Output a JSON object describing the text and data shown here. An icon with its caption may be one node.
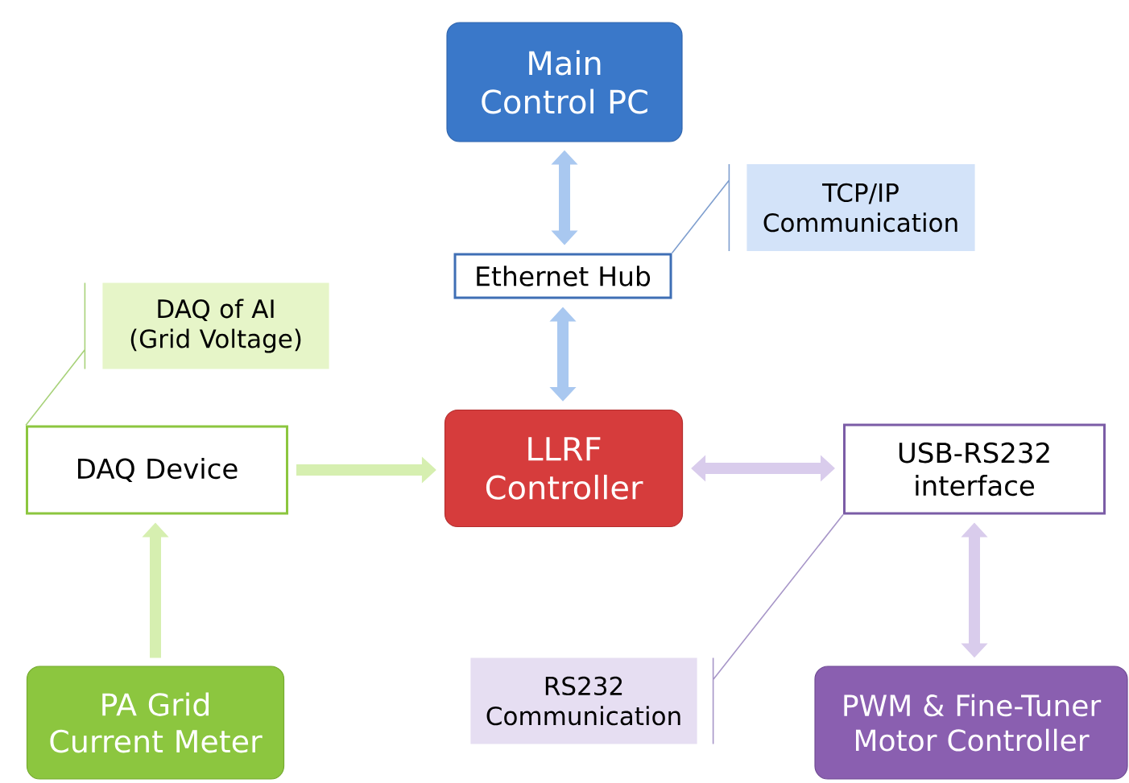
{
  "diagram": {
    "nodes": [
      {
        "text": [
          "Main Control PC"
        ]
      },
      {
        "text": [
          "TCP/IP Communication"
        ]
      },
      {
        "text": [
          "Ethernet Hub"
        ]
      },
      {
        "text": [
          "DAQ of AI (Grid Voltage)"
        ]
      },
      {
        "text": [
          "DAQ Device"
        ]
      },
      {
        "text": [
          "LLRF Controller"
        ]
      },
      {
        "text": [
          "USB-RS232 interface"
        ]
      },
      {
        "text": [
          "PA Grid Current Meter"
        ]
      },
      {
        "text": [
          "RS232 Communication"
        ]
      },
      {
        "text": [
          "PWM & Fine-Tuner Motor Controller"
        ]
      }
    ],
    "edges": [
      {
        "from": 0,
        "to": 2,
        "arrow": "both",
        "color": "#a9c8f0"
      },
      {
        "from": 2,
        "to": 5,
        "arrow": "both",
        "color": "#a9c8f0"
      },
      {
        "from": 4,
        "to": 5,
        "arrow": "to",
        "color": "#d6efb0"
      },
      {
        "from": 5,
        "to": 6,
        "arrow": "both",
        "color": "#d9ccec"
      },
      {
        "from": 7,
        "to": 4,
        "arrow": "to",
        "color": "#d6efb0"
      },
      {
        "from": 6,
        "to": 9,
        "arrow": "both",
        "color": "#d9ccec"
      },
      {
        "from": 1,
        "to": 2,
        "arrow": "none",
        "color": "#7f9fcf"
      },
      {
        "from": 3,
        "to": 4,
        "arrow": "none",
        "color": "#a8d27a"
      },
      {
        "from": 8,
        "to": 6,
        "arrow": "none",
        "color": "#a796c8"
      }
    ]
  }
}
